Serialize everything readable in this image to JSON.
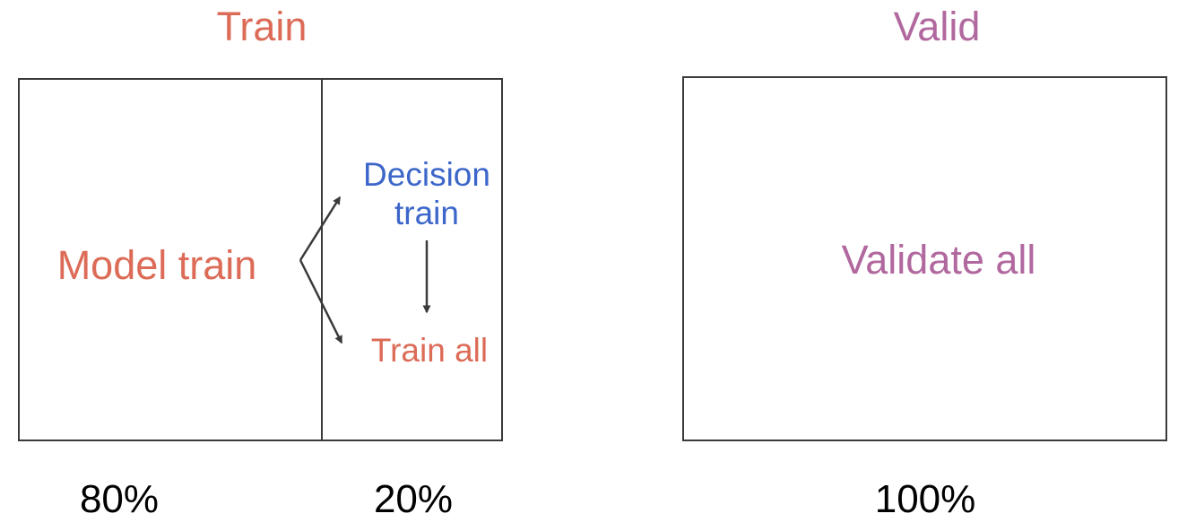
{
  "colors": {
    "coral": "#dc6b57",
    "blue": "#3c66c9",
    "mauve": "#b1689e",
    "ink": "#000000",
    "line": "#3a3a3a"
  },
  "train_panel": {
    "title": "Train",
    "box_label": "Model train",
    "decision_label": "Decision\ntrain",
    "train_all_label": "Train all",
    "left_share": "80%",
    "right_share": "20%"
  },
  "valid_panel": {
    "title": "Valid",
    "box_label": "Validate all",
    "share": "100%"
  }
}
